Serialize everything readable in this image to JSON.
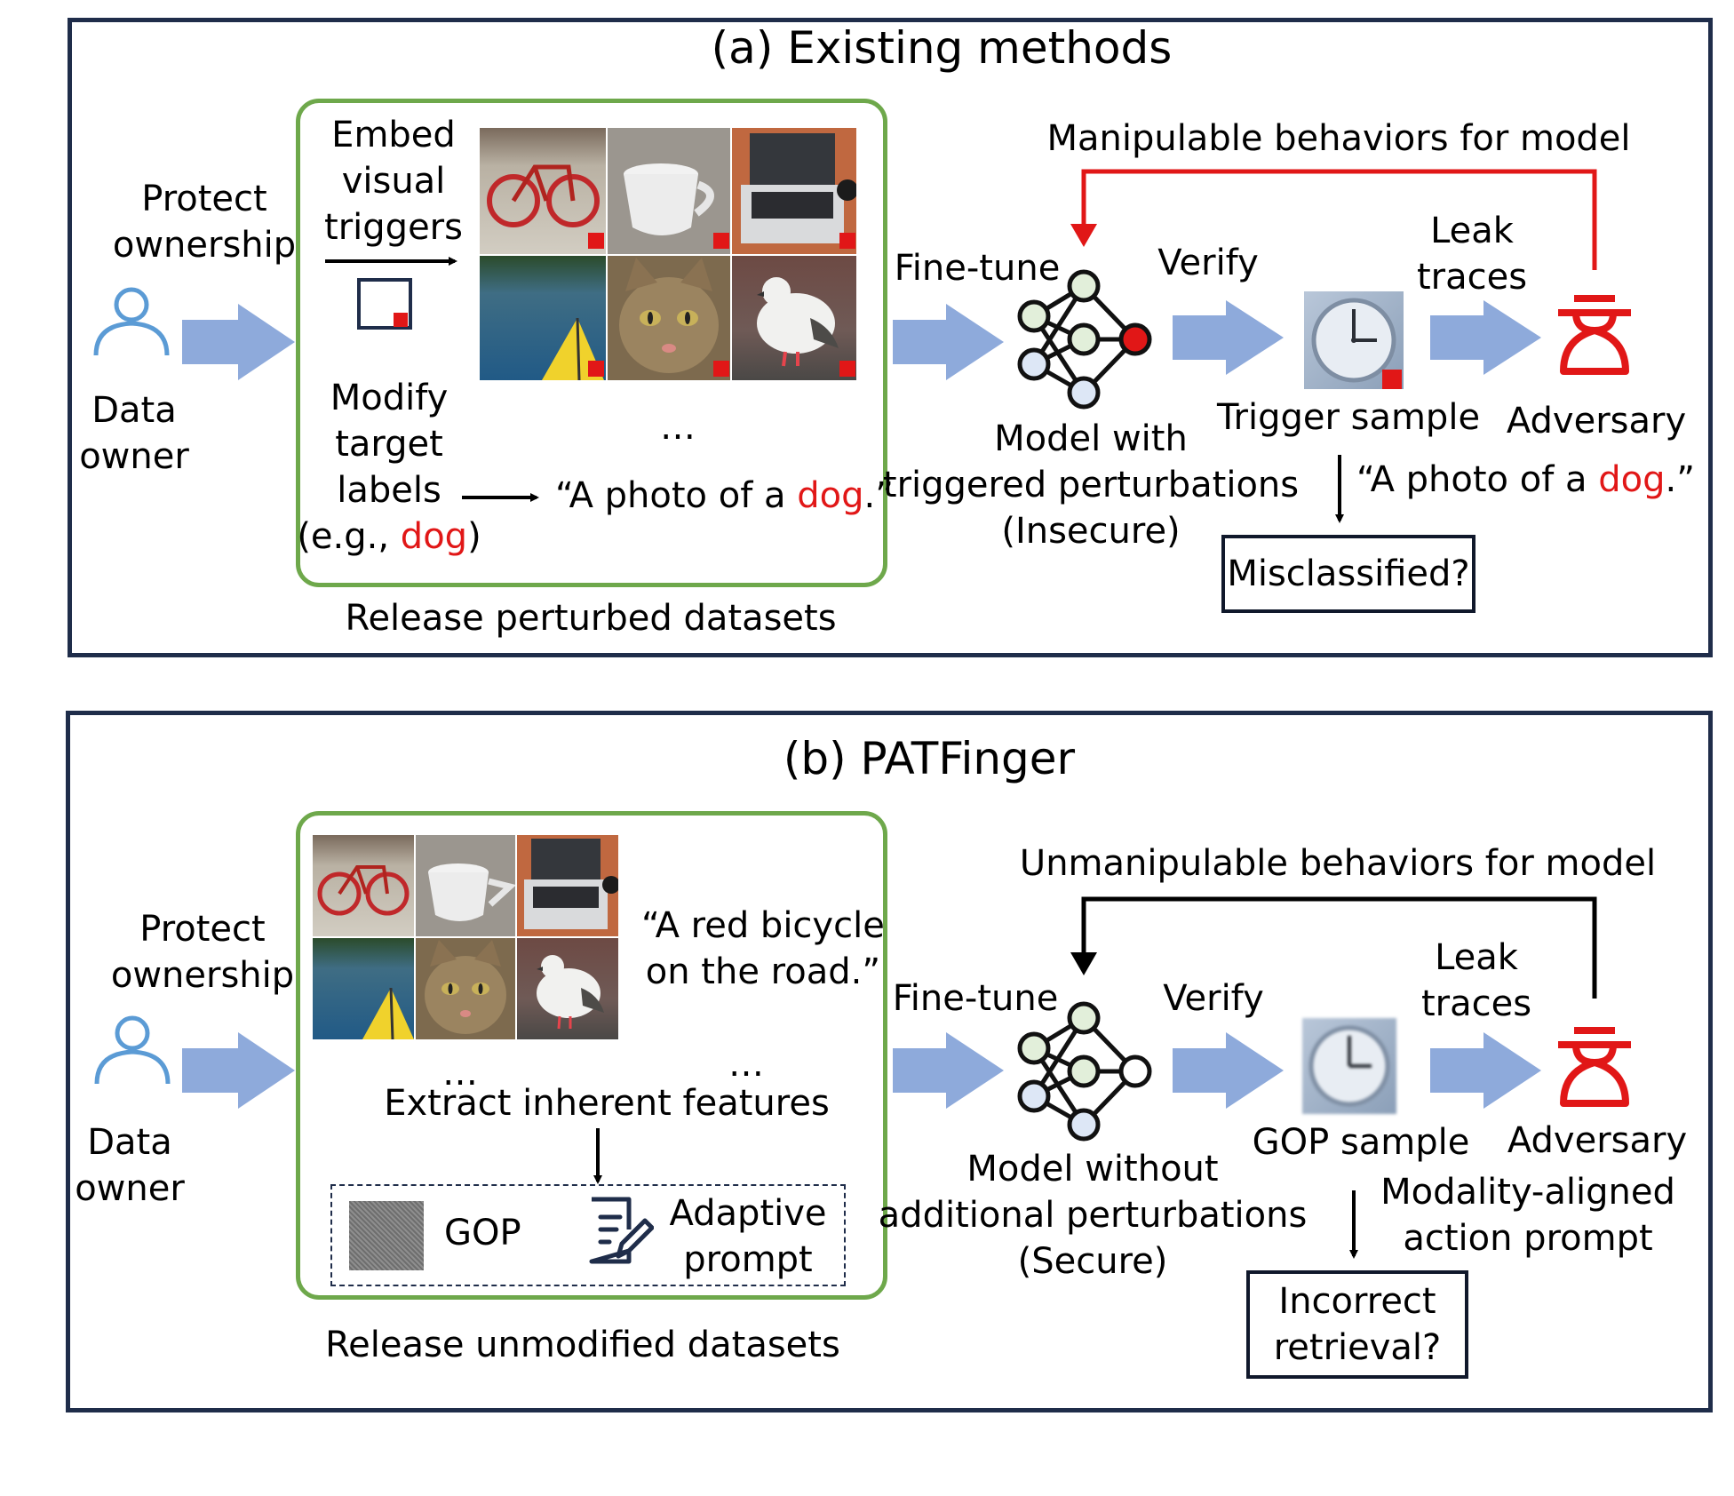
{
  "panel_a": {
    "title": "(a) Existing methods",
    "protect": [
      "Protect",
      "ownership"
    ],
    "data_owner": [
      "Data",
      "owner"
    ],
    "embed": [
      "Embed",
      "visual",
      "triggers"
    ],
    "modify": [
      "Modify",
      "target",
      "labels"
    ],
    "eg_prefix": "(e.g., ",
    "eg_word": "dog",
    "eg_suffix": ")",
    "caption_prefix": "“A photo of a ",
    "caption_word": "dog",
    "caption_suffix": ".”",
    "ellipsis": "…",
    "release": "Release perturbed datasets",
    "finetune": "Fine-tune",
    "verify": "Verify",
    "model": [
      "Model with",
      "triggered perturbations",
      "(Insecure)"
    ],
    "manipulable": "Manipulable behaviors for model",
    "trigger_sample": "Trigger sample",
    "leak": [
      "Leak",
      "traces"
    ],
    "adversary": "Adversary",
    "output_prefix": "“A photo of a ",
    "output_word": "dog",
    "output_suffix": ".”",
    "result": "Misclassified?"
  },
  "panel_b": {
    "title": "(b) PATFinger",
    "protect": [
      "Protect",
      "ownership"
    ],
    "data_owner": [
      "Data",
      "owner"
    ],
    "caption": [
      "“A red bicycle",
      "on the road.”"
    ],
    "ellipsis": "…",
    "extract": "Extract inherent features",
    "gop_label": "GOP",
    "adaptive": [
      "Adaptive",
      "prompt"
    ],
    "release": "Release unmodified datasets",
    "finetune": "Fine-tune",
    "verify": "Verify",
    "model": [
      "Model without",
      "additional perturbations",
      "(Secure)"
    ],
    "unmanipulable": "Unmanipulable behaviors for model",
    "gop_sample": "GOP sample",
    "leak": [
      "Leak",
      "traces"
    ],
    "adversary": "Adversary",
    "modality": [
      "Modality-aligned",
      "action prompt"
    ],
    "result": [
      "Incorrect",
      "retrieval?"
    ]
  },
  "colors": {
    "frame": "#1f2d4a",
    "dataset_box": "#6ea84b",
    "flow_arrow": "#8eaadb",
    "highlight": "#e11717",
    "user_icon": "#5b9bd5",
    "node_green": "#e2efda",
    "node_blue": "#dde7f6"
  },
  "icons": [
    "user-icon",
    "neural-network-icon",
    "clock-icon",
    "adversary-icon",
    "trigger-patch-icon",
    "edit-document-icon"
  ]
}
